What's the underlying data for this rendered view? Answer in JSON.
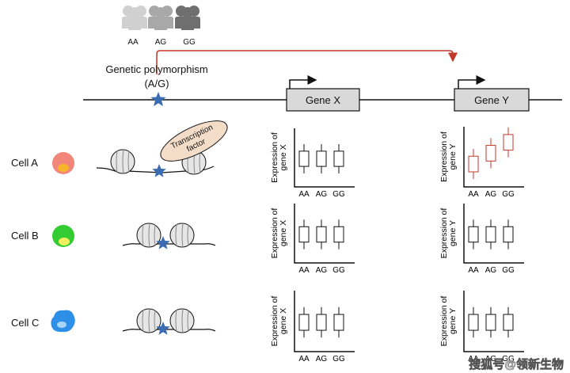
{
  "genotypes": [
    "AA",
    "AG",
    "GG"
  ],
  "polymorphism": {
    "title": "Genetic polymorphism",
    "alleles": "(A/G)"
  },
  "genes": [
    {
      "label": "Gene X"
    },
    {
      "label": "Gene Y"
    }
  ],
  "transcription_factor": [
    "Transcription",
    "factor"
  ],
  "cells": [
    {
      "label": "Cell A",
      "color": "#f3867a",
      "nucleus_color": "#f7b52b"
    },
    {
      "label": "Cell B",
      "color": "#33cc33",
      "nucleus_color": "#f3f060"
    },
    {
      "label": "Cell C",
      "color": "#2d8fe8",
      "nucleus_color": "#a8d4f7"
    }
  ],
  "axis_labels": {
    "x_gene": [
      "Expression of",
      "gene X"
    ],
    "y_gene": [
      "Expression of",
      "gene Y"
    ]
  },
  "watermark": "搜狐号@领新生物",
  "colors": {
    "arrow": "#c0392b",
    "highlight": "#c0392b",
    "star": "#3b6bb0",
    "gene_box": "#d9d9d9"
  },
  "chart_data": [
    {
      "type": "box",
      "panel": "Cell A – gene X",
      "categories": [
        "AA",
        "AG",
        "GG"
      ],
      "highlighted": false
    },
    {
      "type": "box",
      "panel": "Cell A – gene Y",
      "categories": [
        "AA",
        "AG",
        "GG"
      ],
      "highlighted": true,
      "trend": "increasing"
    },
    {
      "type": "box",
      "panel": "Cell B – gene X",
      "categories": [
        "AA",
        "AG",
        "GG"
      ],
      "highlighted": false
    },
    {
      "type": "box",
      "panel": "Cell B – gene Y",
      "categories": [
        "AA",
        "AG",
        "GG"
      ],
      "highlighted": false
    },
    {
      "type": "box",
      "panel": "Cell C – gene X",
      "categories": [
        "AA",
        "AG",
        "GG"
      ],
      "highlighted": false
    },
    {
      "type": "box",
      "panel": "Cell C – gene Y",
      "categories": [
        "AA",
        "AG",
        "GG"
      ],
      "highlighted": false
    }
  ]
}
